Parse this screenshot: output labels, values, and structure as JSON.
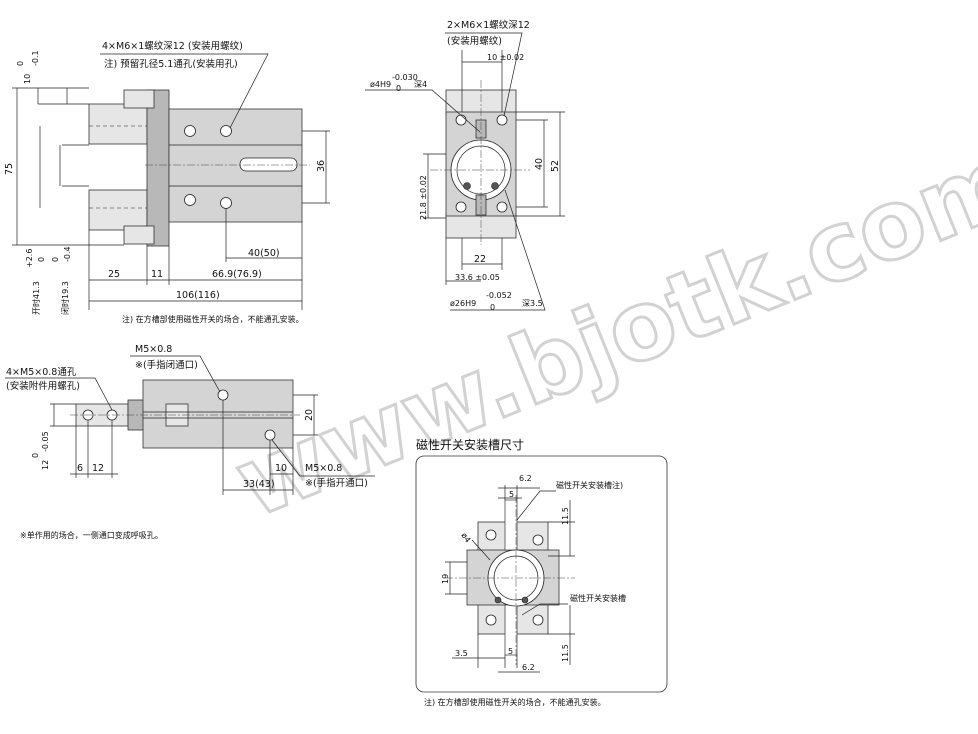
{
  "watermark": "www.bjotk.com",
  "front_view": {
    "callout_holes": "4×M6×1螺纹深12 (安装用螺纹)",
    "callout_note": "注) 预留孔径5.1通孔(安装用孔)",
    "dim_tol_top": "10",
    "dim_tol_top_sub": "0",
    "dim_tol_top_dev": "-0.1",
    "dim_75": "75",
    "dim_36": "36",
    "dim_40_50": "40(50)",
    "dim_25": "25",
    "dim_11": "11",
    "dim_66_9": "66.9(76.9)",
    "dim_106": "106(116)",
    "dim_open": "开时41.3",
    "dim_open_dev": "+2.6",
    "dim_open_dev2": "0",
    "dim_close": "闭时19.3",
    "dim_close_dev": "0",
    "dim_close_dev2": "-0.4",
    "note": "注) 在方槽部使用磁性开关的场合，不能通孔安装。"
  },
  "side_view": {
    "callout_top": "2×M6×1螺纹深12",
    "callout_top2": "(安装用螺纹)",
    "dim_10_02": "10 ±0.02",
    "dim_phi4": "ø4H9",
    "dim_phi4_dev1": "-0.030",
    "dim_phi4_dev2": "0",
    "dim_phi4_depth": "深4",
    "dim_40": "40",
    "dim_52": "52",
    "dim_21_8": "21.8 ±0.02",
    "dim_22": "22",
    "dim_33_6": "33.6 ±0.05",
    "dim_phi26": "ø26H9",
    "dim_phi26_dev1": "-0.052",
    "dim_phi26_dev2": "0",
    "dim_phi26_depth": "深3.5"
  },
  "bottom_view": {
    "callout_m5": "4×M5×0.8通孔",
    "callout_m5_2": "(安装附件用螺孔)",
    "callout_close": "M5×0.8",
    "callout_close2": "※(手指闭通口)",
    "callout_open": "M5×0.8",
    "callout_open2": "※(手指开通口)",
    "dim_20": "20",
    "dim_12": "12",
    "dim_12_dev1": "0",
    "dim_12_dev2": "-0.05",
    "dim_6": "6",
    "dim_12b": "12",
    "dim_10": "10",
    "dim_33": "33(43)",
    "note": "※单作用的场合，一侧通口变成呼吸孔。"
  },
  "slot_detail": {
    "title": "磁性开关安装槽尺寸",
    "dim_6_2_top": "6.2",
    "dim_5_top": "5",
    "dim_11_5_top": "11.5",
    "dim_phi4": "ø4",
    "dim_19": "19",
    "dim_3_5": "3.5",
    "dim_5_bot": "5",
    "dim_6_2_bot": "6.2",
    "dim_11_5_bot": "11.5",
    "label_slot_note": "磁性开关安装槽注)",
    "label_slot": "磁性开关安装槽",
    "note": "注) 在方槽部使用磁性开关的场合，不能通孔安装。"
  }
}
